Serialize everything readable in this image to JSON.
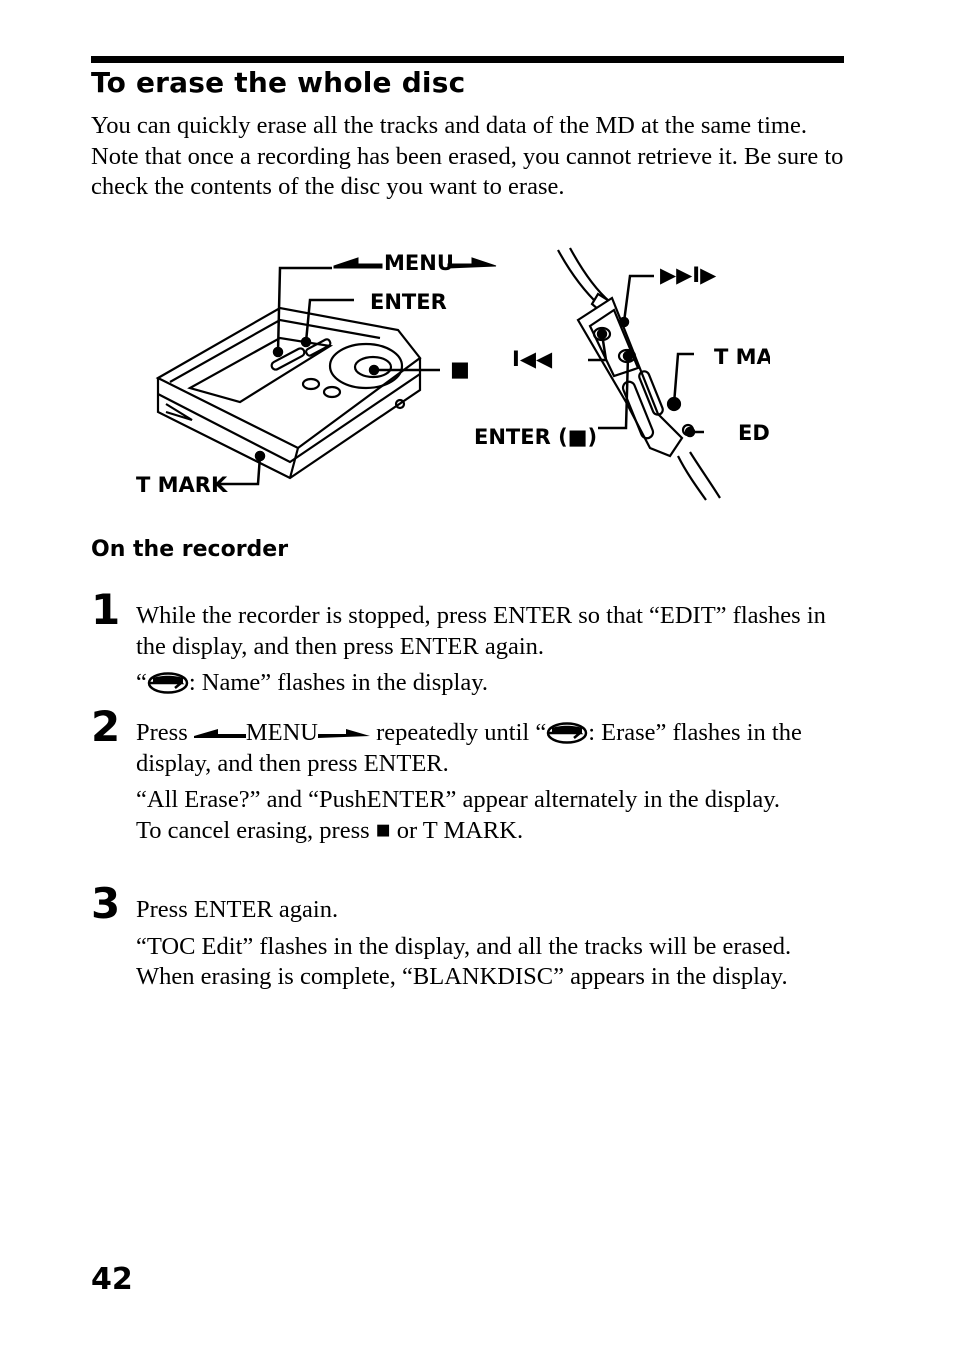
{
  "section_title": "To erase the whole disc",
  "intro": {
    "p1": "You can quickly erase all the tracks and data of the MD at the same time.",
    "p2": "Note that once a recording has been erased, you cannot retrieve it. Be sure to check the contents of the disc you want to erase."
  },
  "figure": {
    "menu": "MENU",
    "enter": "ENTER",
    "stop_symbol": "■",
    "t_mark_recorder": "T MARK",
    "enter_stop": "ENTER (■)",
    "prev": "I◀◀",
    "next": "▶▶I▶",
    "t_mark_remote": "T MARK",
    "edit": "EDIT"
  },
  "subsection_title": "On the recorder",
  "steps": [
    {
      "number": "1",
      "line1": "While the recorder is stopped, press ENTER so that “EDIT” flashes in the display, and then press ENTER again.",
      "sub_open": "“",
      "sub_rest": ": Name” flashes in the display."
    },
    {
      "number": "2",
      "part1": "Press ",
      "menu": "MENU",
      "part2": " repeatedly until “",
      "part3": ": Erase” flashes in the display, and then press ENTER.",
      "sub1": "“All Erase?” and “PushENTER” appear alternately in the display.",
      "sub2": "To cancel erasing, press ■ or T MARK."
    },
    {
      "number": "3",
      "line1": "Press ENTER again.",
      "sub1": "“TOC Edit” flashes in the display, and all the tracks will be erased.",
      "sub2": "When erasing is complete, “BLANKDISC” appears in the display."
    }
  ],
  "page_number": "42"
}
